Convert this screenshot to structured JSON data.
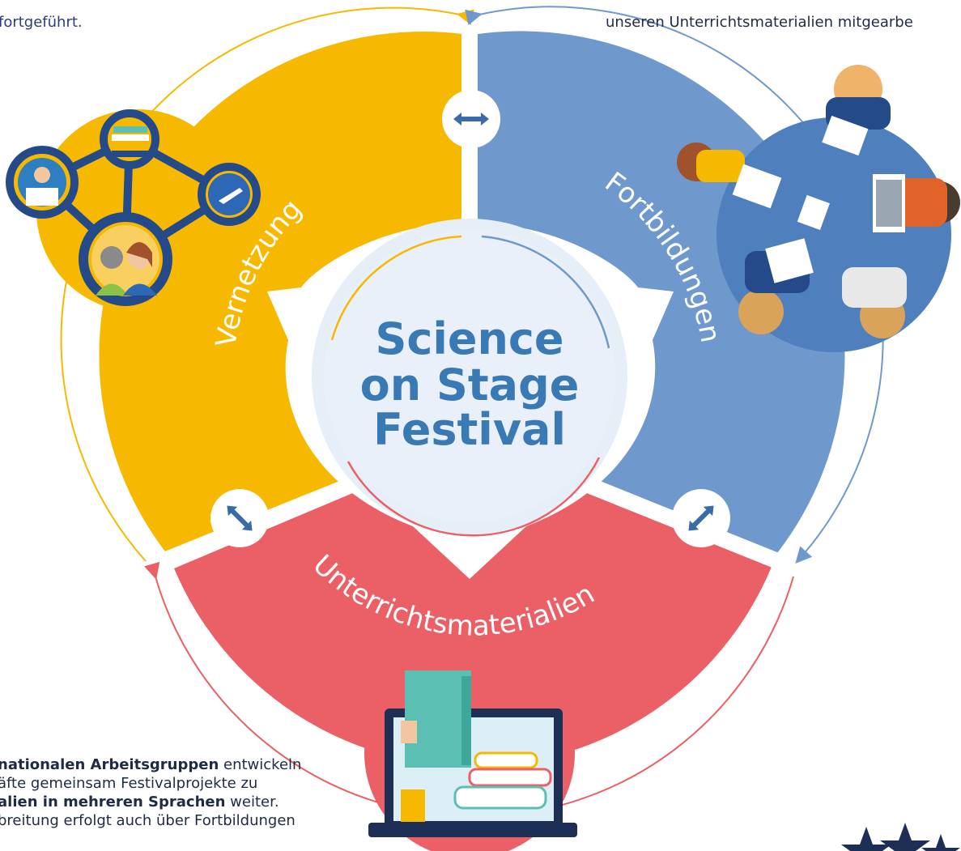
{
  "intro_top_left": "fortgeführt.",
  "intro_top_right": [
    "unseren Unterrichtsmaterialien mitgearbe"
  ],
  "center": {
    "lines": [
      "Science",
      "on Stage",
      "Festival"
    ]
  },
  "segments": {
    "left": {
      "label": "Vernetzung",
      "color": "#f6b900"
    },
    "right": {
      "label": "Fortbildungen",
      "color": "#6f99cd"
    },
    "bottom": {
      "label": "Unterrichtsmaterialien",
      "color": "#eb5f66"
    }
  },
  "bottom_text": [
    [
      {
        "t": "nationalen Arbeitsgruppen",
        "b": true
      },
      {
        "t": " entwickeln",
        "b": false
      }
    ],
    [
      {
        "t": "äfte gemeinsam Festivalprojekte zu",
        "b": false
      }
    ],
    [
      {
        "t": "alien in mehreren Sprachen",
        "b": true
      },
      {
        "t": " weiter.",
        "b": false
      }
    ],
    [
      {
        "t": "breitung erfolgt auch über Fortbildungen",
        "b": false
      }
    ]
  ],
  "icons": [
    "double-arrow-horizontal",
    "double-arrow-diagonal-left",
    "double-arrow-diagonal-right",
    "star",
    "laptop-books",
    "network",
    "meeting-table"
  ]
}
